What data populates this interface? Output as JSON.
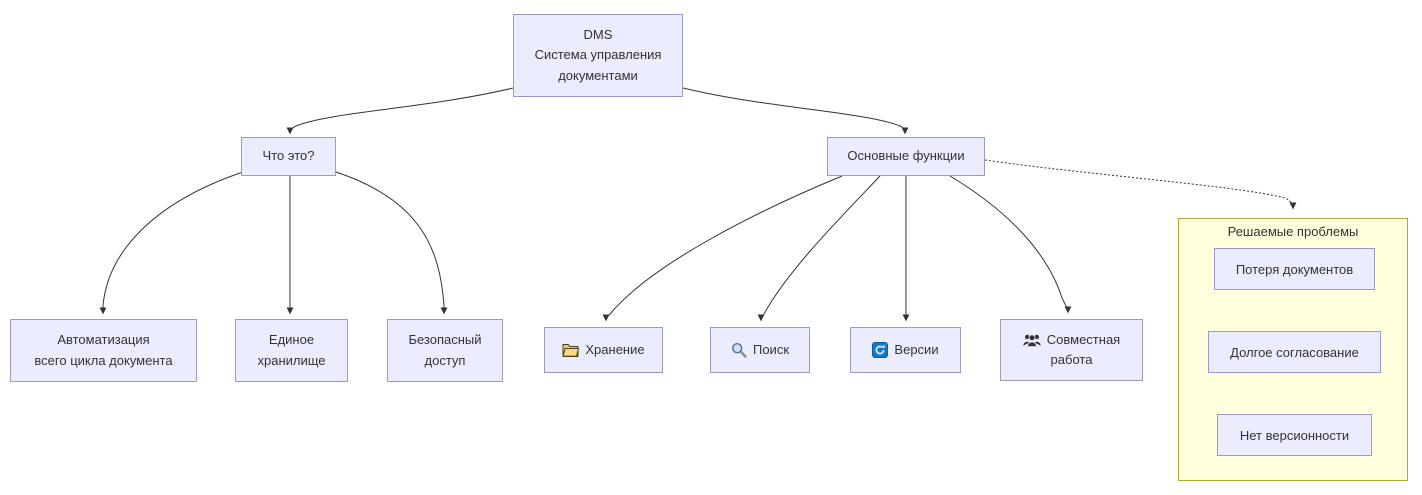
{
  "diagram": {
    "nodes": {
      "dms": {
        "label": "DMS\nСистема управления\nдокументами"
      },
      "what": {
        "label": "Что это?"
      },
      "functions": {
        "label": "Основные функции"
      },
      "automation": {
        "label": "Автоматизация\nвсего цикла документа"
      },
      "unified_storage": {
        "label": "Единое\nхранилище"
      },
      "secure_access": {
        "label": "Безопасный\nдоступ"
      },
      "storage": {
        "label": "Хранение",
        "icon": "folder-icon"
      },
      "search": {
        "label": "Поиск",
        "icon": "magnifier-icon"
      },
      "versions": {
        "label": "Версии",
        "icon": "version-sync-icon"
      },
      "collaboration": {
        "label_line1": "Совместная",
        "label_line2": "работа",
        "icon": "users-icon"
      }
    },
    "problems_cluster": {
      "title": "Решаемые проблемы",
      "items": [
        "Потеря документов",
        "Долгое согласование",
        "Нет версионности"
      ]
    },
    "colors": {
      "node_fill": "#ECECFF",
      "node_border": "#9A9AD0",
      "cluster_fill": "#FFFFDE",
      "cluster_border": "#AAAA33",
      "edge": "#333333",
      "folder_icon": "#EFC75E",
      "magnifier_lens": "#CFE0F4",
      "versions_icon_blue": "#1878C8",
      "users_icon": "#333333",
      "text": "#333333"
    }
  }
}
